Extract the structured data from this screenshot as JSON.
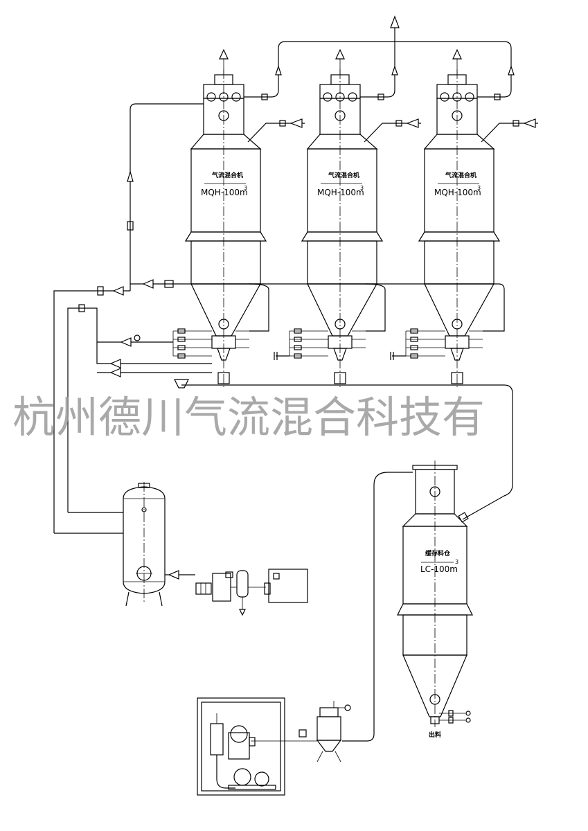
{
  "mixers": [
    {
      "label_cn": "气流混合机",
      "model": "MQH-100m",
      "sup": "3"
    },
    {
      "label_cn": "气流混合机",
      "model": "MQH-100m",
      "sup": "3"
    },
    {
      "label_cn": "气流混合机",
      "model": "MQH-100m",
      "sup": "3"
    }
  ],
  "silo": {
    "label_cn": "缓存料仓",
    "model": "LC-100m",
    "sup": "3",
    "outlet_label": "出料"
  },
  "watermark": "杭州德川气流混合科技有"
}
